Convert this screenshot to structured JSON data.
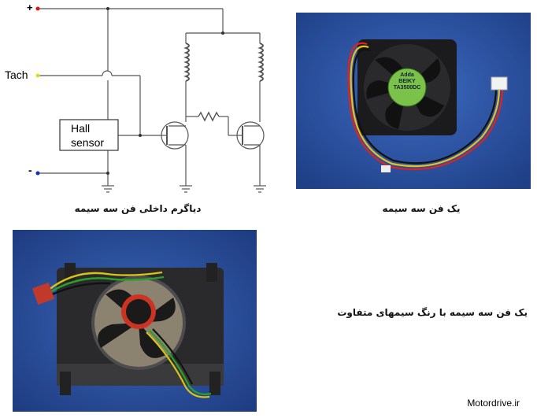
{
  "diagram": {
    "terminal_plus": "+",
    "terminal_tach": "Tach",
    "terminal_minus": "-",
    "hall_line1": "Hall",
    "hall_line2": "sensor",
    "caption": "دیاگرم داخلی فن سه سیمه"
  },
  "photo_top": {
    "label_brand": "Adda",
    "label_line2": "BEIKY",
    "label_model": "TA3500DC",
    "caption": "یک فن سه سیمه"
  },
  "photo_bottom": {
    "caption": "یک فن سه سیمه با رنگ سیمهای متفاوت"
  },
  "footer": {
    "site": "Motordrive.ir"
  },
  "colors": {
    "plus_dot": "#e01010",
    "tach_dot": "#e8d820",
    "minus_dot": "#1030c0",
    "photo_blue": "#2d57a8",
    "line": "#555555"
  }
}
